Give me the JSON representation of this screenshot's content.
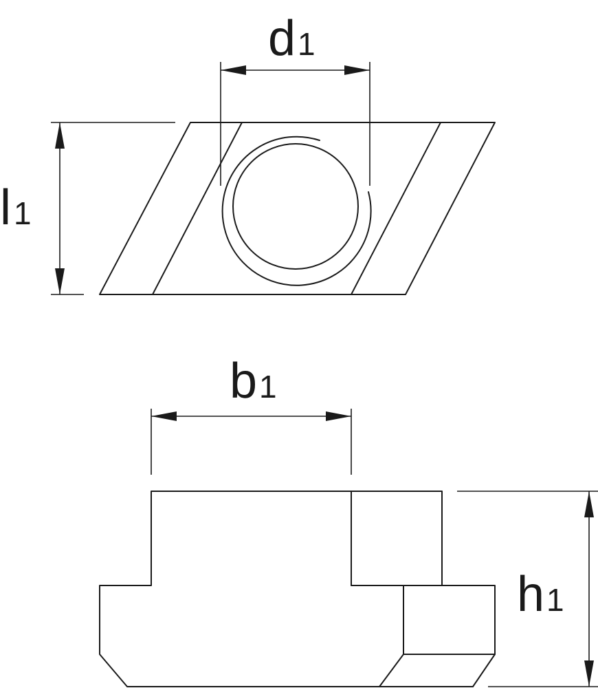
{
  "labels": {
    "d": {
      "main": "d",
      "sub": "1"
    },
    "l": {
      "main": "l",
      "sub": "1"
    },
    "b": {
      "main": "b",
      "sub": "1"
    },
    "h": {
      "main": "h",
      "sub": "1"
    }
  }
}
